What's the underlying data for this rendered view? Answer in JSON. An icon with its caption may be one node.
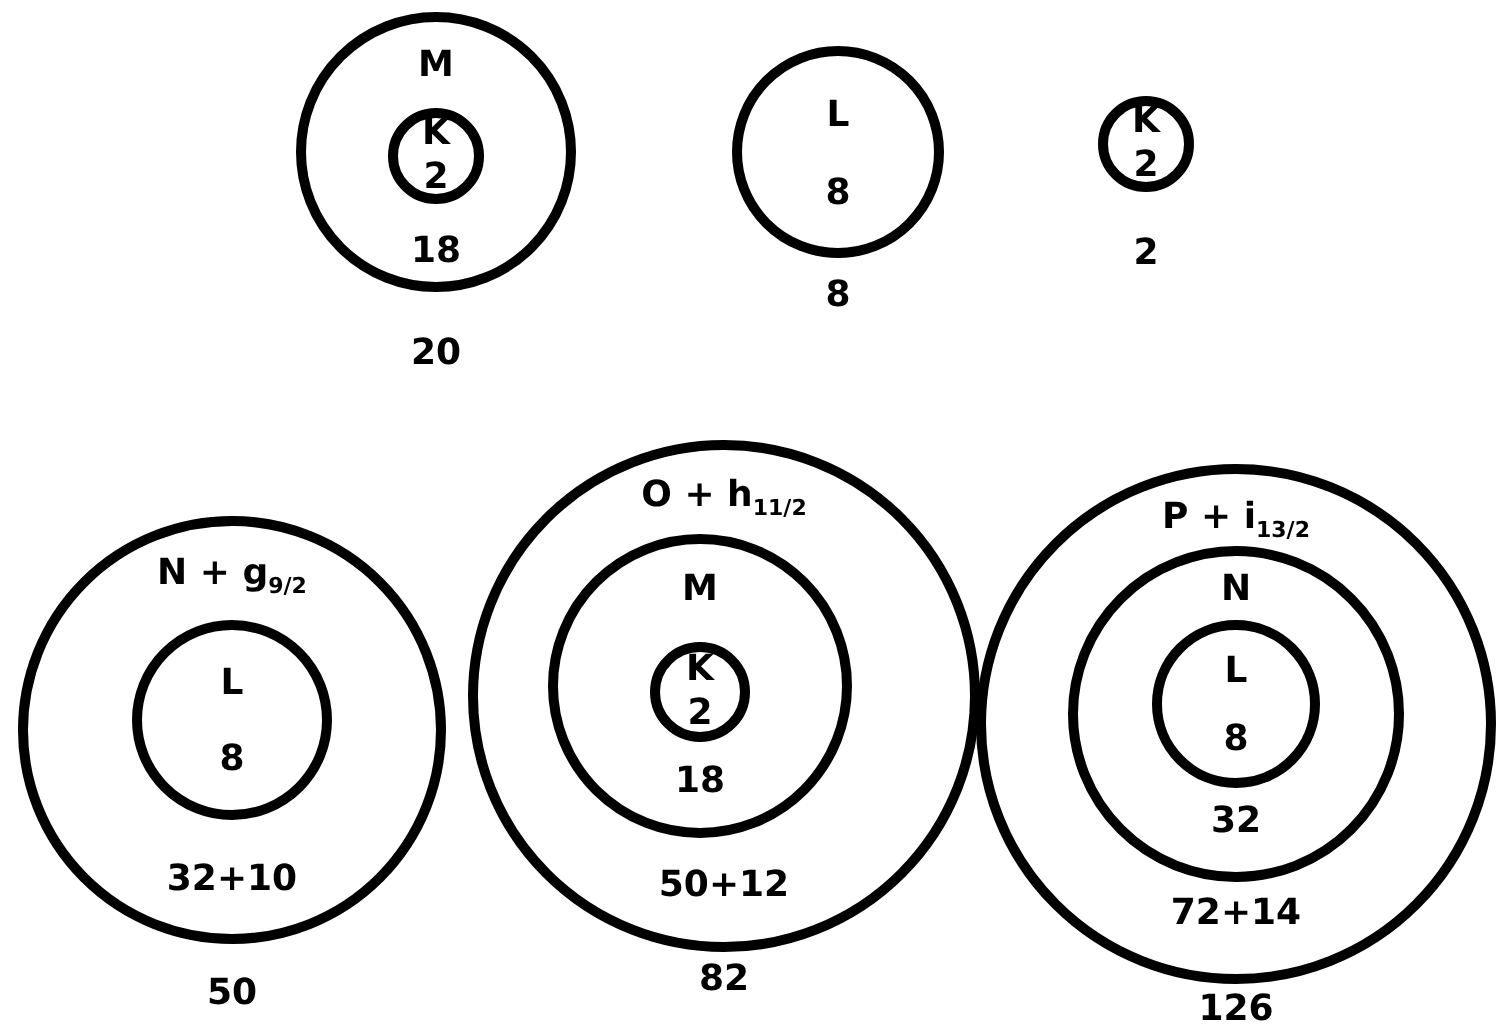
{
  "diagram": {
    "nodes": [
      {
        "text": [
          "M",
          "18"
        ],
        "beside": [
          "20"
        ]
      },
      {
        "text": [
          "K",
          "2"
        ],
        "in": 0
      },
      {
        "text": [
          "L",
          "8"
        ],
        "beside": [
          "8"
        ]
      },
      {
        "text": [
          "K",
          "2"
        ],
        "beside": [
          "2"
        ]
      },
      {
        "text": [
          "N + g$_{9/2}$",
          "32+10"
        ],
        "beside": [
          "50"
        ]
      },
      {
        "text": [
          "L",
          "8"
        ],
        "in": 4
      },
      {
        "text": [
          "O + h$_{11/2}$",
          "50+12"
        ],
        "beside": [
          "82"
        ]
      },
      {
        "text": [
          "M",
          "18"
        ],
        "in": 6
      },
      {
        "text": [
          "K",
          "2"
        ],
        "in": 7
      },
      {
        "text": [
          "P + i$_{13/2}$",
          "72+14"
        ],
        "beside": [
          "126"
        ]
      },
      {
        "text": [
          "N",
          "32"
        ],
        "in": 9
      },
      {
        "text": [
          "L",
          "8"
        ],
        "in": 10
      }
    ]
  }
}
